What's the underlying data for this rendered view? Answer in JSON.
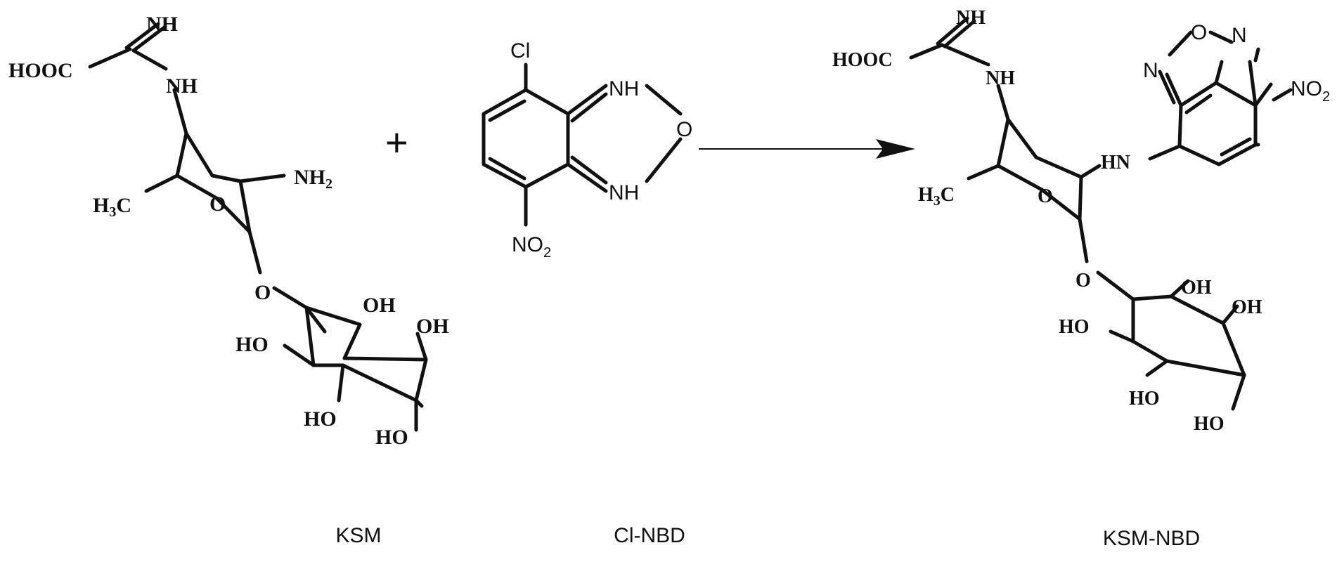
{
  "reaction": {
    "plus": "+",
    "arrow": "reaction-arrow"
  },
  "labels": {
    "ksm": "KSM",
    "clnbd": "Cl-NBD",
    "ksmnbd": "KSM-NBD"
  },
  "ksm": {
    "nh": "NH",
    "hooc": "HOOC",
    "nh_link": "NH",
    "nh2_base": "NH",
    "nh2_sub": "2",
    "h3c_h": "H",
    "h3c_sub": "3",
    "h3c_c": "C",
    "o_ring": "O",
    "o_link": "O",
    "oh1": "OH",
    "oh2": "OH",
    "ho1": "HO",
    "ho2": "HO",
    "ho3": "HO"
  },
  "clnbd": {
    "cl": "Cl",
    "nh_top": "NH",
    "o": "O",
    "nh_bottom": "NH",
    "no2_base": "NO",
    "no2_sub": "2"
  },
  "ksmnbd": {
    "nh": "NH",
    "hooc": "HOOC",
    "nh_link": "NH",
    "h3c_h": "H",
    "h3c_sub": "3",
    "h3c_c": "C",
    "o_ring": "O",
    "o_link": "O",
    "hn": "HN",
    "o_ox": "O",
    "n_top": "N",
    "n_left": "N",
    "no2_base": "NO",
    "no2_sub": "2",
    "oh1": "OH",
    "oh2": "OH",
    "ho1": "HO",
    "ho2": "HO",
    "ho3": "HO"
  }
}
